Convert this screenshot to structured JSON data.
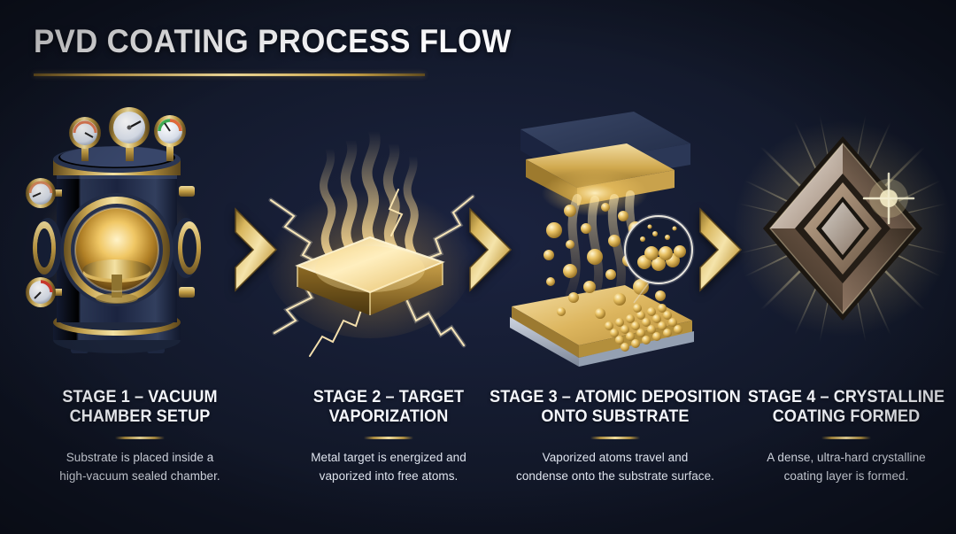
{
  "header": {
    "title": "PVD COATING PROCESS FLOW"
  },
  "theme": {
    "background_dark": "#11172a",
    "background_light": "#1b2340",
    "gold": "#e8c766",
    "gold_light": "#f5e3a8",
    "gold_dark": "#8a6c26",
    "text_primary": "#f4f6fb",
    "text_secondary": "#dfe4ee"
  },
  "stages": [
    {
      "title": "STAGE 1 – VACUUM CHAMBER SETUP",
      "title_line_1": "STAGE 1 – VACUUM",
      "title_line_2": "CHAMBER SETUP",
      "desc_line_1": "Substrate is placed inside a",
      "desc_line_2": "high-vacuum sealed chamber.",
      "illustration": "vacuum-chamber-icon"
    },
    {
      "title": "STAGE 2 – TARGET VAPORIZATION",
      "title_line_1": "STAGE 2 – TARGET",
      "title_line_2": "VAPORIZATION",
      "desc_line_1": "Metal target is energized and",
      "desc_line_2": "vaporized into free atoms.",
      "illustration": "energized-target-icon"
    },
    {
      "title": "STAGE 3 – ATOMIC DEPOSITION ONTO SUBSTRATE",
      "title_line_1": "STAGE 3 – ATOMIC DEPOSITION",
      "title_line_2": "ONTO SUBSTRATE",
      "desc_line_1": "Vaporized atoms travel and",
      "desc_line_2": "condense onto the substrate surface.",
      "illustration": "atomic-deposition-icon"
    },
    {
      "title": "STAGE 4 – CRYSTALLINE COATING FORMED",
      "title_line_1": "STAGE 4 – CRYSTALLINE",
      "title_line_2": "COATING FORMED",
      "desc_line_1": "A dense, ultra-hard crystalline",
      "desc_line_2": "coating layer is formed.",
      "illustration": "crystal-diamond-icon"
    }
  ],
  "connectors": [
    {
      "name": "chevron-arrow-1"
    },
    {
      "name": "chevron-arrow-2"
    },
    {
      "name": "chevron-arrow-3"
    }
  ]
}
